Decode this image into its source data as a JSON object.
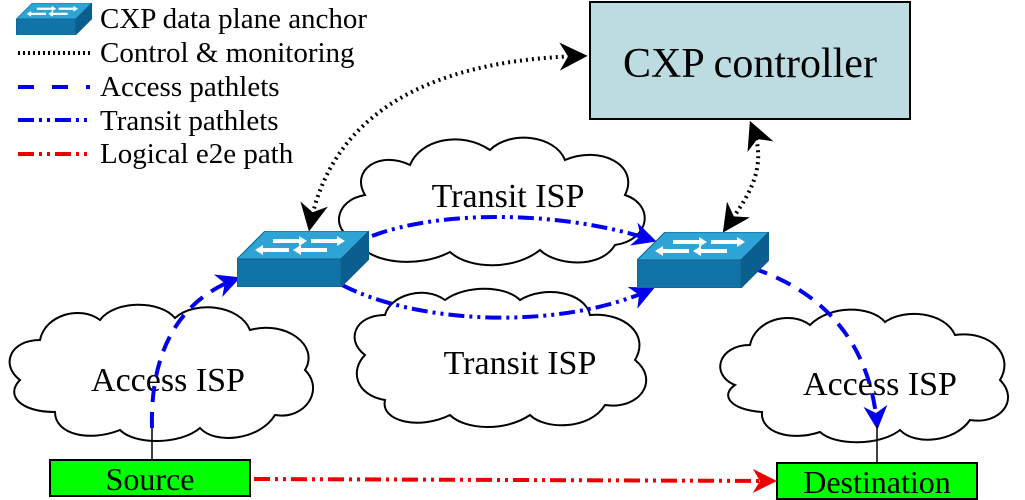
{
  "legend": {
    "anchor": "CXP data plane anchor",
    "control": "Control & monitoring",
    "access": "Access pathlets",
    "transit": "Transit pathlets",
    "logical": "Logical e2e path"
  },
  "nodes": {
    "controller": "CXP controller",
    "transit_top": "Transit ISP",
    "transit_bottom": "Transit ISP",
    "access_left": "Access ISP",
    "access_right": "Access ISP",
    "source": "Source",
    "destination": "Destination"
  },
  "colors": {
    "controller_fill": "#bcdce2",
    "endpoint_fill": "#00ff00",
    "access_line": "#0000ee",
    "transit_line": "#0000ee",
    "logical_line": "#ee0000",
    "control_line": "#000000",
    "switch_top": "#2ea3d6",
    "switch_front": "#1173a8"
  },
  "icons": [
    "network-switch-icon"
  ]
}
